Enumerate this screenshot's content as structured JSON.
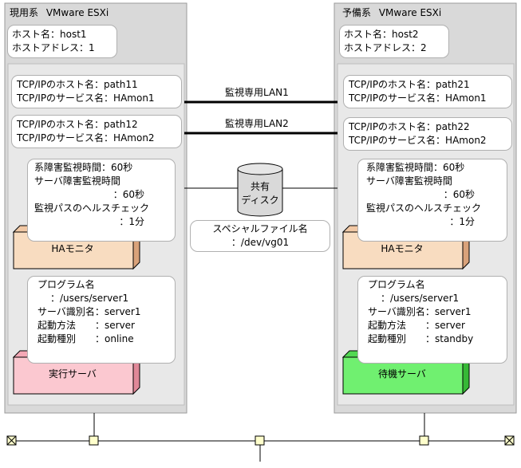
{
  "left": {
    "role": "現用系",
    "platform": "VMware ESXi",
    "host_line1": "ホスト名：host1",
    "host_line2": "ホストアドレス：1",
    "tcp1_line1": "TCP/IPのホスト名：path11",
    "tcp1_line2": "TCP/IPのサービス名：HAmon1",
    "tcp2_line1": "TCP/IPのホスト名：path12",
    "tcp2_line2": "TCP/IPのサービス名：HAmon2",
    "mon_line1": "系障害監視時間：60秒",
    "mon_line2": "サーバ障害監視時間",
    "mon_line3": "：60秒",
    "mon_line4": "監視パスのヘルスチェック",
    "mon_line5": "：1分",
    "ha_label": "HAモニタ",
    "prog_line1": "プログラム名",
    "prog_line2": "：/users/server1",
    "prog_line3": "サーバ識別名：server1",
    "prog_line4": "起動方法　　：server",
    "prog_line5": "起動種別　　：online",
    "server_label": "実行サーバ"
  },
  "right": {
    "role": "予備系",
    "platform": "VMware ESXi",
    "host_line1": "ホスト名：host2",
    "host_line2": "ホストアドレス：2",
    "tcp1_line1": "TCP/IPのホスト名：path21",
    "tcp1_line2": "TCP/IPのサービス名：HAmon1",
    "tcp2_line1": "TCP/IPのホスト名：path22",
    "tcp2_line2": "TCP/IPのサービス名：HAmon2",
    "mon_line1": "系障害監視時間：60秒",
    "mon_line2": "サーバ障害監視時間",
    "mon_line3": "：60秒",
    "mon_line4": "監視パスのヘルスチェック",
    "mon_line5": "：1分",
    "ha_label": "HAモニタ",
    "prog_line1": "プログラム名",
    "prog_line2": "：/users/server1",
    "prog_line3": "サーバ識別名：server1",
    "prog_line4": "起動方法　　：server",
    "prog_line5": "起動種別　　：standby",
    "server_label": "待機サーバ"
  },
  "center": {
    "lan1_label": "監視専用LAN1",
    "lan2_label": "監視専用LAN2",
    "disk_line1": "共有",
    "disk_line2": "ディスク",
    "special_line1": "スペシャルファイル名",
    "special_line2": "：/dev/vg01"
  },
  "colors": {
    "ha_monitor": "#f8dcc0",
    "ha_monitor_side": "#d9a27a",
    "active_server": "#fbc8d0",
    "active_server_side": "#e08898",
    "standby_server": "#70f070",
    "standby_server_side": "#36b836",
    "network_node": "#ffffcc"
  }
}
